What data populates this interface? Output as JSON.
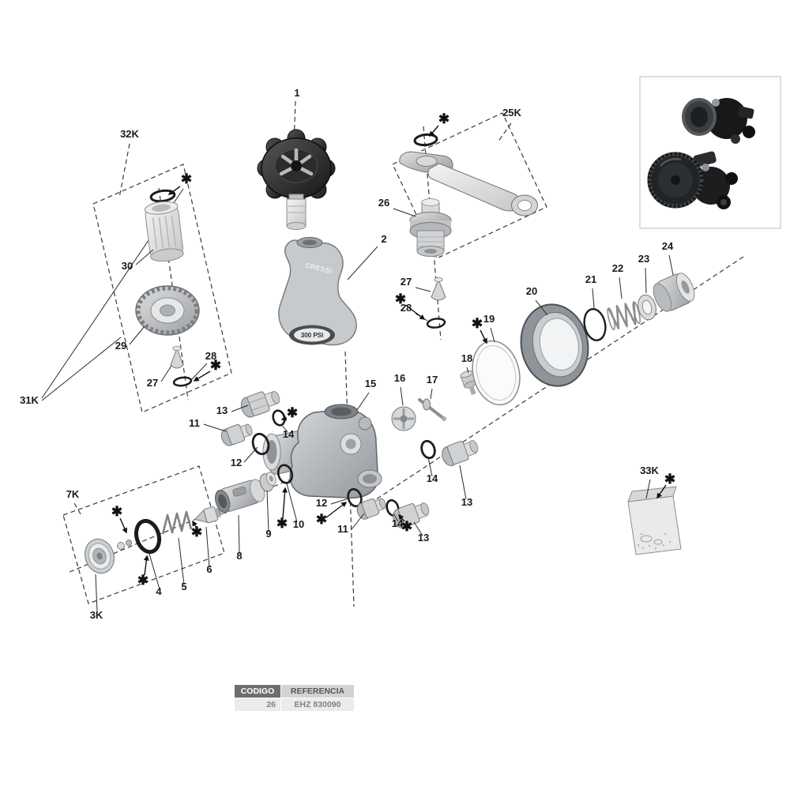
{
  "callouts": {
    "p1": "1",
    "p2": "2",
    "p3k": "3K",
    "p4": "4",
    "p5": "5",
    "p6": "6",
    "p7k": "7K",
    "p8": "8",
    "p9": "9",
    "p10": "10",
    "p11": "11",
    "p12": "12",
    "p13": "13",
    "p14": "14",
    "p15": "15",
    "p16": "16",
    "p17": "17",
    "p18": "18",
    "p19": "19",
    "p20": "20",
    "p21": "21",
    "p22": "22",
    "p23": "23",
    "p24": "24",
    "p25k": "25K",
    "p26": "26",
    "p27": "27",
    "p28": "28",
    "p29": "29",
    "p30": "30",
    "p31k": "31K",
    "p32k": "32K",
    "p33k": "33K",
    "asterisk": "✱"
  },
  "markings": {
    "brand": "CRESSI",
    "rating": "300 PSI"
  },
  "table": {
    "codigo_header": "CODIGO",
    "referencia_header": "REFERENCIA",
    "codigo_value": "26",
    "referencia_value": "EHZ 830090"
  },
  "colors": {
    "line": "#2a2a2a",
    "table_header_dark": "#6d6e71",
    "table_header_light": "#d1d3d4",
    "table_row": "#ebebec"
  }
}
